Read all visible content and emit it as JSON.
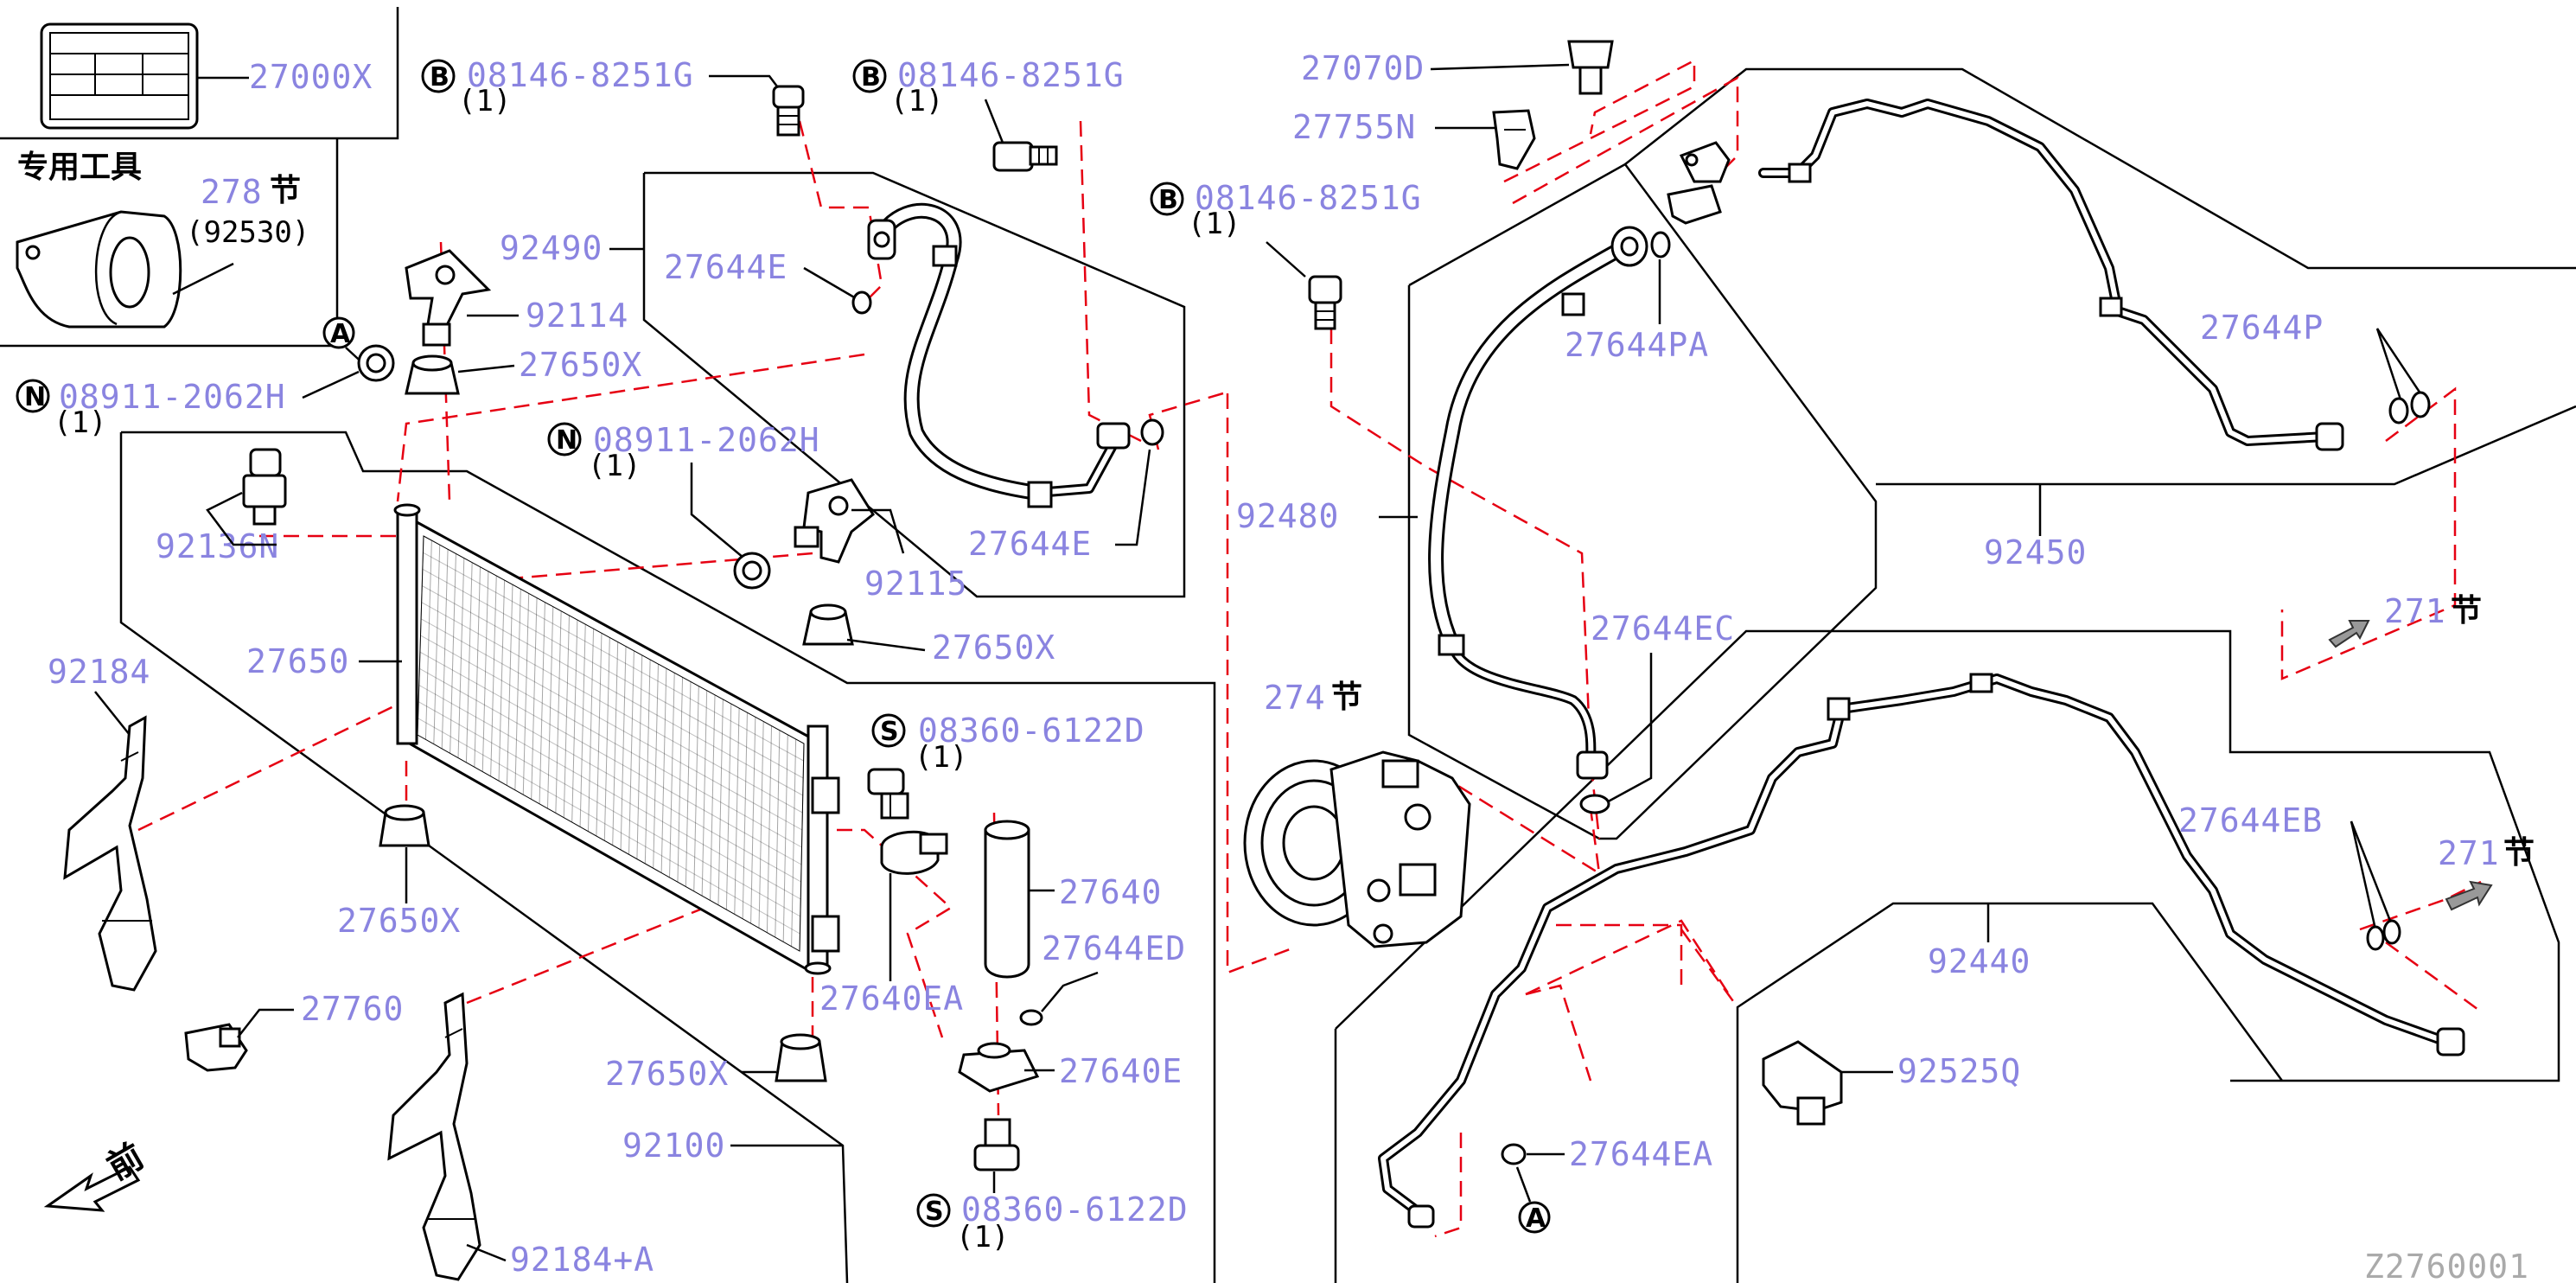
{
  "diagram_id": "Z2760001",
  "special_tool": {
    "heading": "专用工具",
    "ref_prefix": "278",
    "ref_suffix": "节",
    "part_no": "(92530)"
  },
  "label_box_part": "27000X",
  "compressor_ref": {
    "prefix": "274",
    "suffix": "节"
  },
  "section_ref_a": {
    "prefix": "271",
    "suffix": "节"
  },
  "section_ref_b": {
    "prefix": "271",
    "suffix": "节"
  },
  "front_label": "前",
  "callouts": {
    "b1": {
      "mark": "B",
      "part": "08146-8251G",
      "qty": "(1)"
    },
    "b2": {
      "mark": "B",
      "part": "08146-8251G",
      "qty": "(1)"
    },
    "b3": {
      "mark": "B",
      "part": "08146-8251G",
      "qty": "(1)"
    },
    "n1": {
      "mark": "N",
      "part": "08911-2062H",
      "qty": "(1)"
    },
    "n2": {
      "mark": "N",
      "part": "08911-2062H",
      "qty": "(1)"
    },
    "s1": {
      "mark": "S",
      "part": "08360-6122D",
      "qty": "(1)"
    },
    "s2": {
      "mark": "S",
      "part": "08360-6122D",
      "qty": "(1)"
    }
  },
  "ref_marks": {
    "a_top": "A",
    "a_bottom": "A"
  },
  "parts": {
    "p27070D": "27070D",
    "p27755N": "27755N",
    "p92490": "92490",
    "p27644E_1": "27644E",
    "p27644E_2": "27644E",
    "p92114": "92114",
    "p27650X_1": "27650X",
    "p27650X_2": "27650X",
    "p27650X_3": "27650X",
    "p27650X_4": "27650X",
    "p92136N": "92136N",
    "p92115": "92115",
    "p27650": "27650",
    "p92184": "92184",
    "p92184A": "92184+A",
    "p27760": "27760",
    "p92100": "92100",
    "p27640": "27640",
    "p27640EA": "27640EA",
    "p27644ED": "27644ED",
    "p27640E": "27640E",
    "p92480": "92480",
    "p27644PA": "27644PA",
    "p27644EC": "27644EC",
    "p27644P": "27644P",
    "p92450": "92450",
    "p27644EB": "27644EB",
    "p92440": "92440",
    "p92525Q": "92525Q",
    "p27644EA": "27644EA"
  }
}
